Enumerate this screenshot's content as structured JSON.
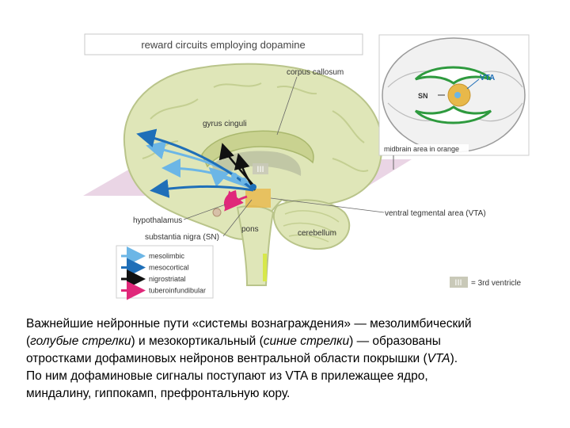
{
  "diagram": {
    "title": "reward circuits employing dopamine",
    "labels": {
      "corpus_callosum": "corpus callosum",
      "gyrus_cinguli": "gyrus cinguli",
      "hypothalamus": "hypothalamus",
      "substantia_nigra": "substantia nigra (SN)",
      "pons": "pons",
      "cerebellum": "cerebellum",
      "vta": "ventral tegmental area (VTA)",
      "third_ventricle_mark": "III",
      "third_ventricle_legend_symbol": "III",
      "third_ventricle_legend_text": "= 3rd ventricle"
    },
    "inset": {
      "vta": "VTA",
      "sn": "SN",
      "caption": "midbrain area in orange"
    },
    "legend": [
      {
        "label": "mesolimbic",
        "color": "#6cb6e6"
      },
      {
        "label": "mesocortical",
        "color": "#1f6fb8"
      },
      {
        "label": "nigrostriatal",
        "color": "#111111"
      },
      {
        "label": "tuberoinfundibular",
        "color": "#e0287a"
      }
    ],
    "colors": {
      "brain": "#dfe6b8",
      "brain_stroke": "#b9c48a",
      "vta_region": "#e8b84a",
      "plane": "#d9b3cf"
    }
  },
  "caption": {
    "line1": "Важнейшие нейронные пути «системы вознаграждения» — мезолимбический",
    "line2_a": "(",
    "line2_b": "голубые стрелки",
    "line2_c": ") и мезокортикальный (",
    "line2_d": "синие стрелки",
    "line2_e": ") — образованы",
    "line3_a": "отростками дофаминовых нейронов вентральной области покрышки (",
    "line3_b": "VTA",
    "line3_c": ").",
    "line4": "По ним дофаминовые сигналы поступают из VTA в прилежащее ядро,",
    "line5": "миндалину, гиппокамп, префронтальную кору."
  }
}
